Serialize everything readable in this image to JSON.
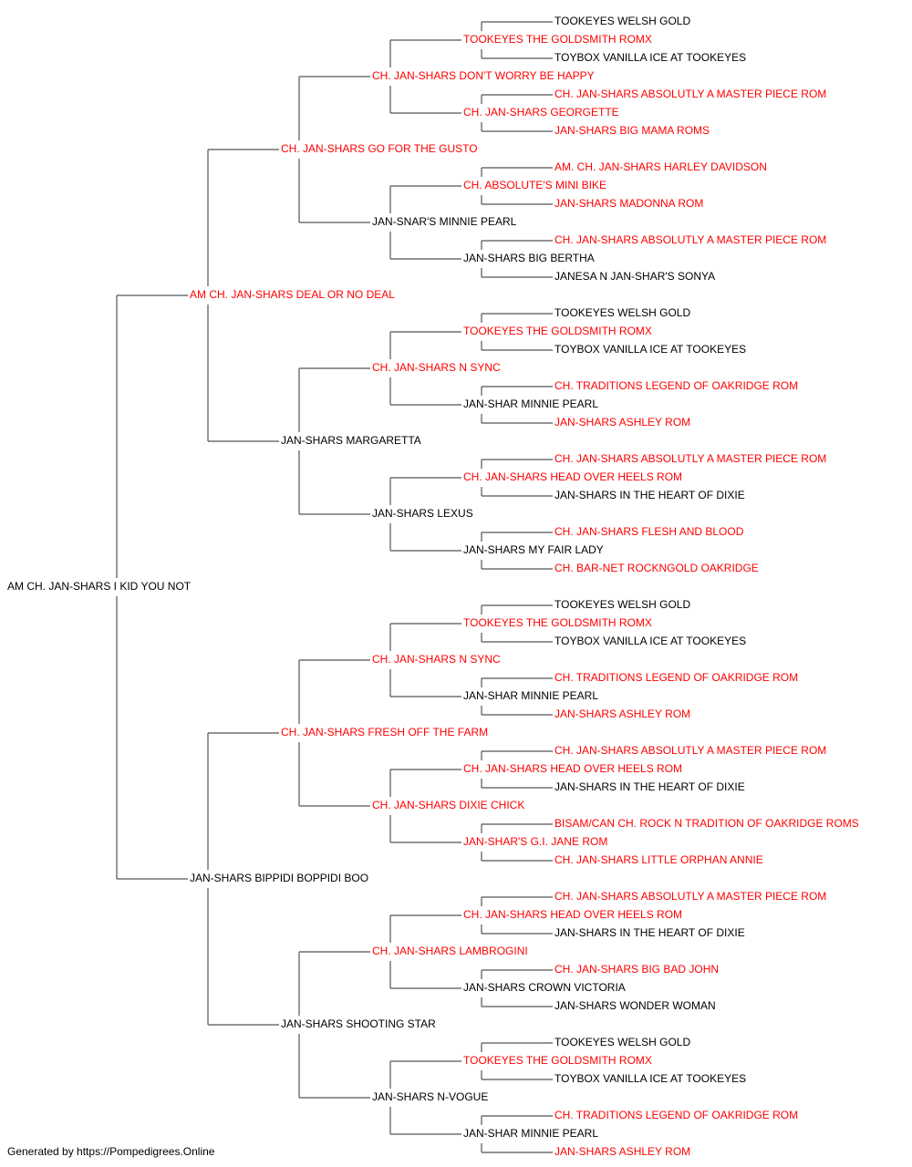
{
  "colors": {
    "highlight": "#ff0000",
    "normal": "#000000",
    "line": "#555555"
  },
  "footer": "Generated by https://Pompedigrees.Online",
  "pedigree": {
    "name": "AM CH. JAN-SHARS I KID YOU NOT",
    "hl": false,
    "sire": {
      "name": "AM CH. JAN-SHARS DEAL OR NO DEAL",
      "hl": true,
      "sire": {
        "name": "CH. JAN-SHARS GO FOR THE GUSTO",
        "hl": true,
        "sire": {
          "name": "CH. JAN-SHARS DON'T WORRY BE HAPPY",
          "hl": true,
          "sire": {
            "name": "TOOKEYES THE GOLDSMITH ROMX",
            "hl": true,
            "sire": {
              "name": "TOOKEYES WELSH GOLD",
              "hl": false
            },
            "dam": {
              "name": "TOYBOX VANILLA ICE AT TOOKEYES",
              "hl": false
            }
          },
          "dam": {
            "name": "CH. JAN-SHARS GEORGETTE",
            "hl": true,
            "sire": {
              "name": "CH. JAN-SHARS ABSOLUTLY A MASTER PIECE ROM",
              "hl": true
            },
            "dam": {
              "name": "JAN-SHARS BIG MAMA ROMS",
              "hl": true
            }
          }
        },
        "dam": {
          "name": "JAN-SNAR'S MINNIE PEARL",
          "hl": false,
          "sire": {
            "name": "CH. ABSOLUTE'S MINI BIKE",
            "hl": true,
            "sire": {
              "name": "AM. CH. JAN-SHARS HARLEY DAVIDSON",
              "hl": true
            },
            "dam": {
              "name": "JAN-SHARS MADONNA ROM",
              "hl": true
            }
          },
          "dam": {
            "name": "JAN-SHARS BIG BERTHA",
            "hl": false,
            "sire": {
              "name": "CH. JAN-SHARS ABSOLUTLY A MASTER PIECE ROM",
              "hl": true
            },
            "dam": {
              "name": "JANESA N JAN-SHAR'S SONYA",
              "hl": false
            }
          }
        }
      },
      "dam": {
        "name": "JAN-SHARS MARGARETTA",
        "hl": false,
        "sire": {
          "name": "CH. JAN-SHARS N SYNC",
          "hl": true,
          "sire": {
            "name": "TOOKEYES THE GOLDSMITH ROMX",
            "hl": true,
            "sire": {
              "name": "TOOKEYES WELSH GOLD",
              "hl": false
            },
            "dam": {
              "name": "TOYBOX VANILLA ICE AT TOOKEYES",
              "hl": false
            }
          },
          "dam": {
            "name": "JAN-SHAR MINNIE PEARL",
            "hl": false,
            "sire": {
              "name": "CH. TRADITIONS LEGEND OF OAKRIDGE ROM",
              "hl": true
            },
            "dam": {
              "name": "JAN-SHARS ASHLEY ROM",
              "hl": true
            }
          }
        },
        "dam": {
          "name": "JAN-SHARS LEXUS",
          "hl": false,
          "sire": {
            "name": "CH. JAN-SHARS HEAD OVER HEELS ROM",
            "hl": true,
            "sire": {
              "name": "CH. JAN-SHARS ABSOLUTLY A MASTER PIECE ROM",
              "hl": true
            },
            "dam": {
              "name": "JAN-SHARS IN THE HEART OF DIXIE",
              "hl": false
            }
          },
          "dam": {
            "name": "JAN-SHARS MY FAIR LADY",
            "hl": false,
            "sire": {
              "name": "CH. JAN-SHARS FLESH AND BLOOD",
              "hl": true
            },
            "dam": {
              "name": "CH. BAR-NET ROCKNGOLD OAKRIDGE",
              "hl": true
            }
          }
        }
      }
    },
    "dam": {
      "name": "JAN-SHARS BIPPIDI BOPPIDI BOO",
      "hl": false,
      "sire": {
        "name": "CH. JAN-SHARS FRESH OFF THE FARM",
        "hl": true,
        "sire": {
          "name": "CH. JAN-SHARS N SYNC",
          "hl": true,
          "sire": {
            "name": "TOOKEYES THE GOLDSMITH ROMX",
            "hl": true,
            "sire": {
              "name": "TOOKEYES WELSH GOLD",
              "hl": false
            },
            "dam": {
              "name": "TOYBOX VANILLA ICE AT TOOKEYES",
              "hl": false
            }
          },
          "dam": {
            "name": "JAN-SHAR MINNIE PEARL",
            "hl": false,
            "sire": {
              "name": "CH. TRADITIONS LEGEND OF OAKRIDGE ROM",
              "hl": true
            },
            "dam": {
              "name": "JAN-SHARS ASHLEY ROM",
              "hl": true
            }
          }
        },
        "dam": {
          "name": "CH. JAN-SHARS DIXIE CHICK",
          "hl": true,
          "sire": {
            "name": "CH. JAN-SHARS HEAD OVER HEELS ROM",
            "hl": true,
            "sire": {
              "name": "CH. JAN-SHARS ABSOLUTLY A MASTER PIECE ROM",
              "hl": true
            },
            "dam": {
              "name": "JAN-SHARS IN THE HEART OF DIXIE",
              "hl": false
            }
          },
          "dam": {
            "name": "JAN-SHAR'S G.I. JANE ROM",
            "hl": true,
            "sire": {
              "name": "BISAM/CAN CH. ROCK N TRADITION OF OAKRIDGE ROMS",
              "hl": true
            },
            "dam": {
              "name": "CH. JAN-SHARS LITTLE ORPHAN ANNIE",
              "hl": true
            }
          }
        }
      },
      "dam": {
        "name": "JAN-SHARS SHOOTING STAR",
        "hl": false,
        "sire": {
          "name": "CH. JAN-SHARS LAMBROGINI",
          "hl": true,
          "sire": {
            "name": "CH. JAN-SHARS HEAD OVER HEELS ROM",
            "hl": true,
            "sire": {
              "name": "CH. JAN-SHARS ABSOLUTLY A MASTER PIECE ROM",
              "hl": true
            },
            "dam": {
              "name": "JAN-SHARS IN THE HEART OF DIXIE",
              "hl": false
            }
          },
          "dam": {
            "name": "JAN-SHARS CROWN VICTORIA",
            "hl": false,
            "sire": {
              "name": "CH. JAN-SHARS BIG BAD JOHN",
              "hl": true
            },
            "dam": {
              "name": "JAN-SHARS WONDER WOMAN",
              "hl": false
            }
          }
        },
        "dam": {
          "name": "JAN-SHARS N-VOGUE",
          "hl": false,
          "sire": {
            "name": "TOOKEYES THE GOLDSMITH ROMX",
            "hl": true,
            "sire": {
              "name": "TOOKEYES WELSH GOLD",
              "hl": false
            },
            "dam": {
              "name": "TOYBOX VANILLA ICE AT TOOKEYES",
              "hl": false
            }
          },
          "dam": {
            "name": "JAN-SHAR MINNIE PEARL",
            "hl": false,
            "sire": {
              "name": "CH. TRADITIONS LEGEND OF OAKRIDGE ROM",
              "hl": true
            },
            "dam": {
              "name": "JAN-SHARS ASHLEY ROM",
              "hl": true
            }
          }
        }
      }
    }
  }
}
